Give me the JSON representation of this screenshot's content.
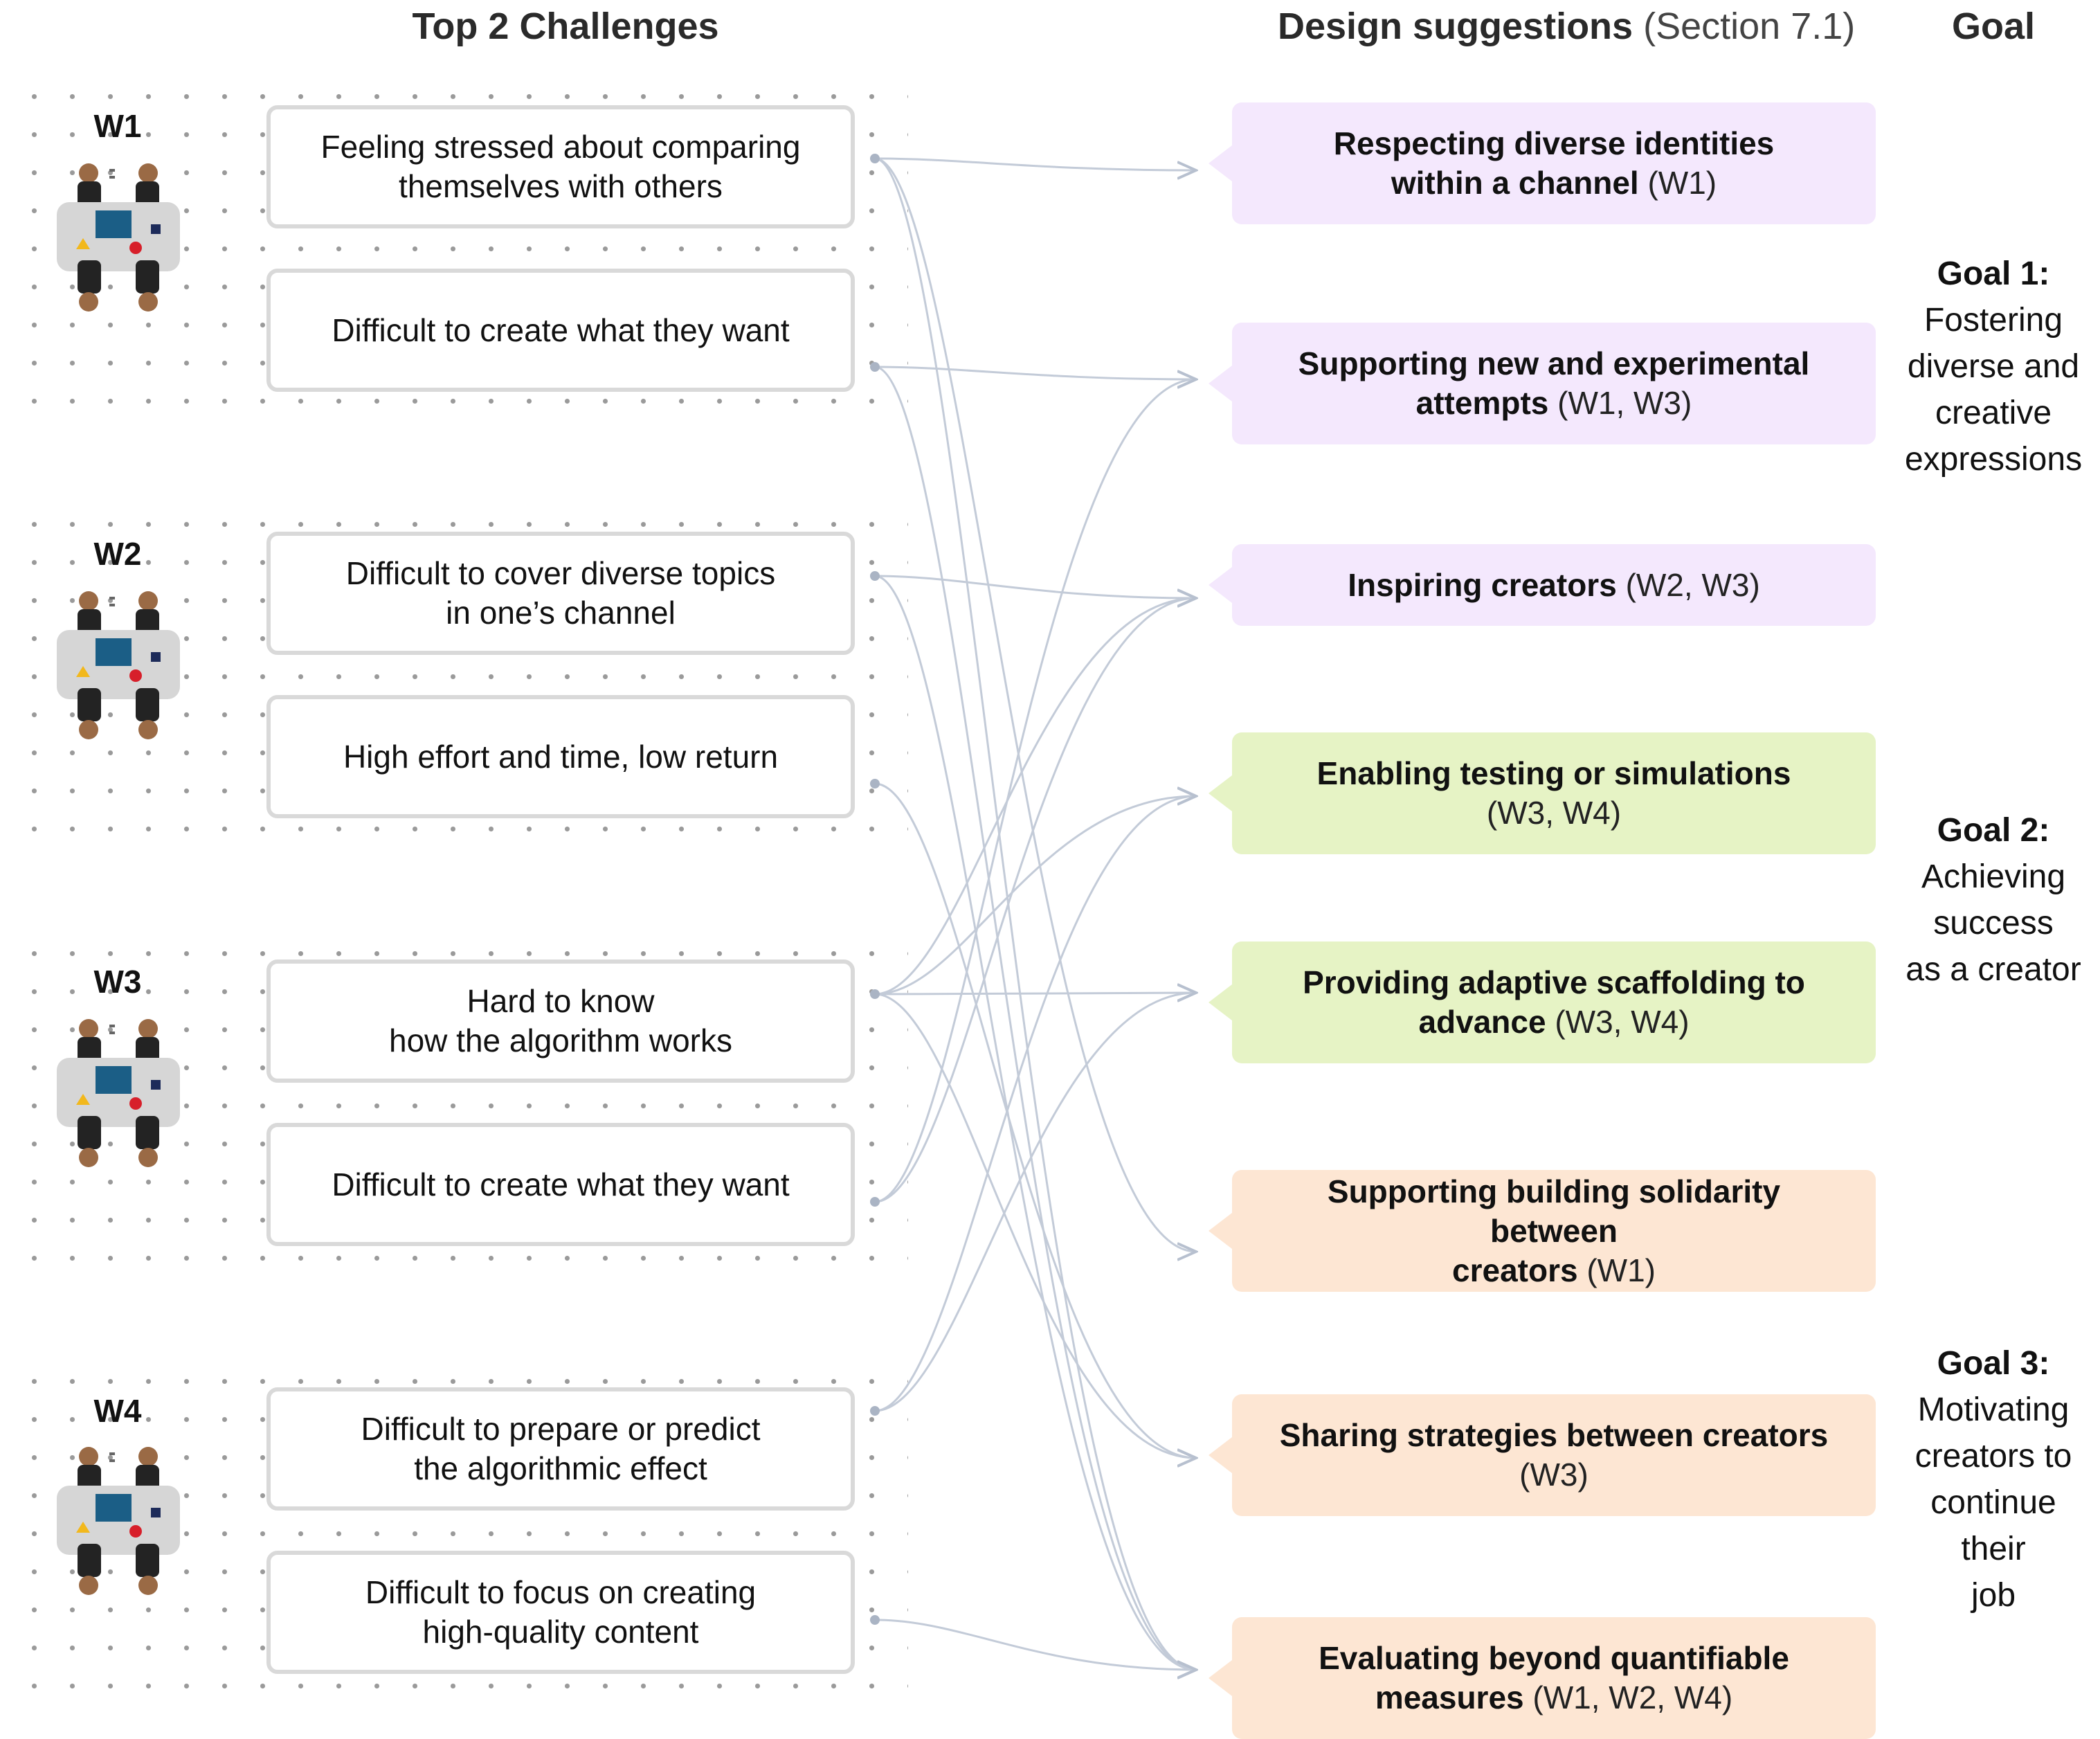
{
  "headers": {
    "challenges": "Top 2 Challenges",
    "design_bold": "Design suggestions",
    "design_note": " (Section 7.1)",
    "goal": "Goal"
  },
  "workshops": [
    {
      "label": "W1",
      "challenges": [
        "Feeling stressed about comparing\nthemselves with others",
        "Difficult to create what they want"
      ]
    },
    {
      "label": "W2",
      "challenges": [
        "Difficult to cover diverse topics\nin one’s channel",
        "High effort and time, low return"
      ]
    },
    {
      "label": "W3",
      "challenges": [
        "Hard to know\nhow the algorithm works",
        "Difficult to create what they want"
      ]
    },
    {
      "label": "W4",
      "challenges": [
        "Difficult to prepare or predict\nthe algorithmic effect",
        "Difficult to focus on creating\nhigh-quality content"
      ]
    }
  ],
  "suggestions": [
    {
      "title": "Respecting diverse identities within a channel",
      "title_l1": "Respecting diverse identities",
      "title_l2": "within a channel",
      "tag": "(W1)",
      "color": "#f4e8fd"
    },
    {
      "title_l1": "Supporting new and experimental",
      "title_l2": "attempts",
      "tag": "(W1, W3)",
      "color": "#f4e8fd"
    },
    {
      "title_l1": "Inspiring creators",
      "title_l2": "",
      "tag": "(W2, W3)",
      "color": "#f4e8fd"
    },
    {
      "title_l1": "Enabling testing or simulations",
      "title_l2": "",
      "tag": "(W3, W4)",
      "color": "#e6f3c5"
    },
    {
      "title_l1": "Providing adaptive scaffolding to",
      "title_l2": "advance",
      "tag": "(W3, W4)",
      "color": "#e6f3c5"
    },
    {
      "title_l1": "Supporting building solidarity between",
      "title_l2": "creators",
      "tag": "(W1)",
      "color": "#fde6d3"
    },
    {
      "title_l1": "Sharing strategies between creators",
      "title_l2": "",
      "tag": "(W3)",
      "color": "#fde6d3"
    },
    {
      "title_l1": "Evaluating beyond quantifiable",
      "title_l2": "measures",
      "tag": "(W1, W2, W4)",
      "color": "#fde6d3"
    }
  ],
  "goals": [
    {
      "title": "Goal 1:",
      "lines": [
        "Fostering",
        "diverse and",
        "creative",
        "expressions"
      ]
    },
    {
      "title": "Goal 2:",
      "lines": [
        "Achieving",
        "success",
        "as a creator"
      ]
    },
    {
      "title": "Goal 3:",
      "lines": [
        "Motivating",
        "creators to",
        "continue their",
        "job"
      ]
    }
  ],
  "colors": {
    "link": "#c3cbd8",
    "box_border": "#d9d9d9"
  },
  "links": [
    [
      0,
      0
    ],
    [
      0,
      7
    ],
    [
      0,
      5
    ],
    [
      1,
      1
    ],
    [
      1,
      7
    ],
    [
      2,
      2
    ],
    [
      2,
      7
    ],
    [
      3,
      6
    ],
    [
      4,
      3
    ],
    [
      4,
      4
    ],
    [
      4,
      6
    ],
    [
      4,
      2
    ],
    [
      5,
      1
    ],
    [
      5,
      2
    ],
    [
      6,
      3
    ],
    [
      6,
      4
    ],
    [
      7,
      7
    ]
  ]
}
